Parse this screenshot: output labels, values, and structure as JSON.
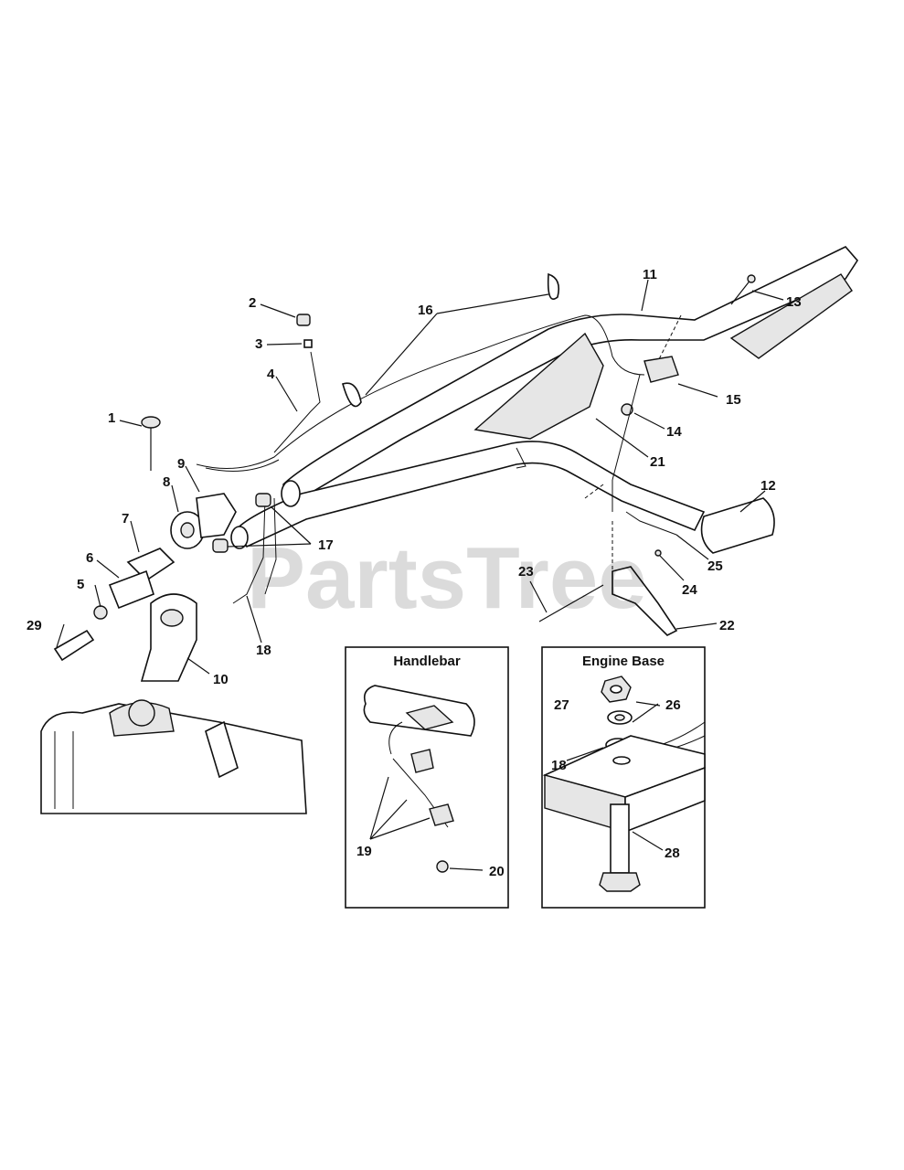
{
  "watermark": "PartsTree",
  "callouts": {
    "c1": "1",
    "c2": "2",
    "c3": "3",
    "c4": "4",
    "c5": "5",
    "c6": "6",
    "c7": "7",
    "c8": "8",
    "c9": "9",
    "c10": "10",
    "c11": "11",
    "c12": "12",
    "c13": "13",
    "c14": "14",
    "c15": "15",
    "c16": "16",
    "c17": "17",
    "c18": "18",
    "c19": "19",
    "c20": "20",
    "c21": "21",
    "c22": "22",
    "c23": "23",
    "c24": "24",
    "c25": "25",
    "c26": "26",
    "c27": "27",
    "c18b": "18",
    "c28": "28",
    "c29": "29"
  },
  "insets": {
    "handlebar": {
      "title": "Handlebar"
    },
    "engine_base": {
      "title": "Engine Base"
    }
  }
}
